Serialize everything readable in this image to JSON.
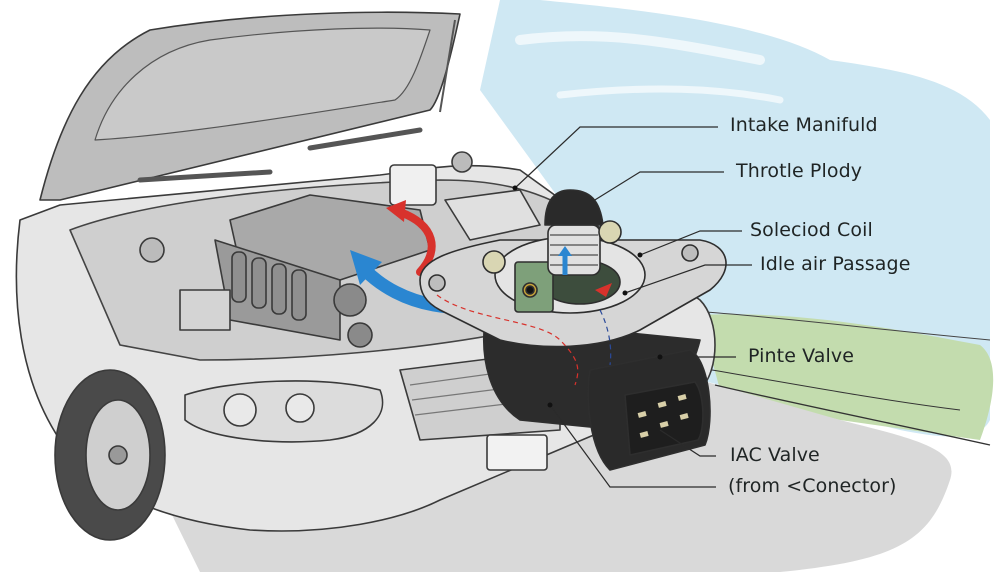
{
  "diagram": {
    "subject": "Car engine bay with IAC (idle air control) valve cutaway",
    "labels": [
      {
        "id": "intake-manifold",
        "text": "Intake Manifuld"
      },
      {
        "id": "throttle-body",
        "text": "Throtle Plody"
      },
      {
        "id": "solenoid-coil",
        "text": "Soleciod Coil"
      },
      {
        "id": "idle-air-passage",
        "text": "Idle air Passage"
      },
      {
        "id": "pintle-valve",
        "text": "Pinte Valve"
      },
      {
        "id": "iac-valve",
        "text": "IAC Valve"
      },
      {
        "id": "connector",
        "text": "(from <Conector)"
      }
    ],
    "colors": {
      "sky": "#cfe8f3",
      "grass": "#c3dcae",
      "road": "#d9d9d9",
      "car_body": "#e6e6e6",
      "hood": "#b9b9b9",
      "valve_plastic": "#2c2c2c",
      "flange": "#d6d6d6",
      "airflow_blue": "#2a86d1",
      "airflow_red": "#d8322c",
      "coil_green": "#7ea07a"
    }
  }
}
